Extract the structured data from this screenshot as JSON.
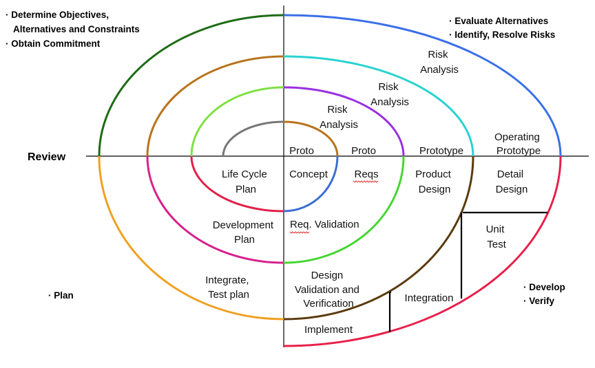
{
  "quadrants": {
    "top_left": [
      "· Determine Objectives,",
      "Alternatives and Constraints",
      "· Obtain Commitment"
    ],
    "top_right": [
      "· Evaluate Alternatives",
      "· Identify, Resolve Risks"
    ],
    "bottom_left": [
      "· Plan"
    ],
    "bottom_right": [
      "· Develop",
      "· Verify"
    ]
  },
  "axis_label": "Review",
  "risk_analysis": {
    "inner": [
      "Risk",
      "Analysis"
    ],
    "middle": [
      "Risk",
      "Analysis"
    ],
    "outer": [
      "Risk",
      "Analysis"
    ]
  },
  "prototypes": {
    "proto1": "Proto",
    "proto2": "Proto",
    "prototype": "Prototype",
    "operating": [
      "Operating",
      "Prototype"
    ]
  },
  "develop_items": {
    "concept": "Concept",
    "reqs": "Reqs",
    "product_design": [
      "Product",
      "Design"
    ],
    "detail_design": [
      "Detail",
      "Design"
    ],
    "req_validation": "Req. Validation",
    "unit_test": [
      "Unit",
      "Test"
    ],
    "design_validation": [
      "Design",
      "Validation and",
      "Verification"
    ],
    "integration": "Integration",
    "implement": "Implement"
  },
  "plans": {
    "life_cycle": [
      "Life Cycle",
      "Plan"
    ],
    "development": [
      "Development",
      "Plan"
    ],
    "integrate": [
      "Integrate,",
      "Test plan"
    ]
  },
  "colors": {
    "ring1_top": "#777777",
    "ring1_bottom_right": "#b8731c",
    "ring1_close": "#3b6fd4",
    "ring2_top": "#9a2fe0",
    "ring2_top_left": "#7fe040",
    "ring2_bottom_left": "#e0204a",
    "ring2_bottom_right": "#44d630",
    "ring3_top_left": "#b8731c",
    "ring3_top_right": "#27d3d0",
    "ring3_bottom_left": "#d6218d",
    "ring3_bottom_right": "#5a3a0e",
    "ring4_top_left": "#1c6b14",
    "ring4_top_right": "#3b6fe8",
    "ring4_bottom_left": "#f0a020",
    "ring4_bottom_right": "#e8204a"
  }
}
